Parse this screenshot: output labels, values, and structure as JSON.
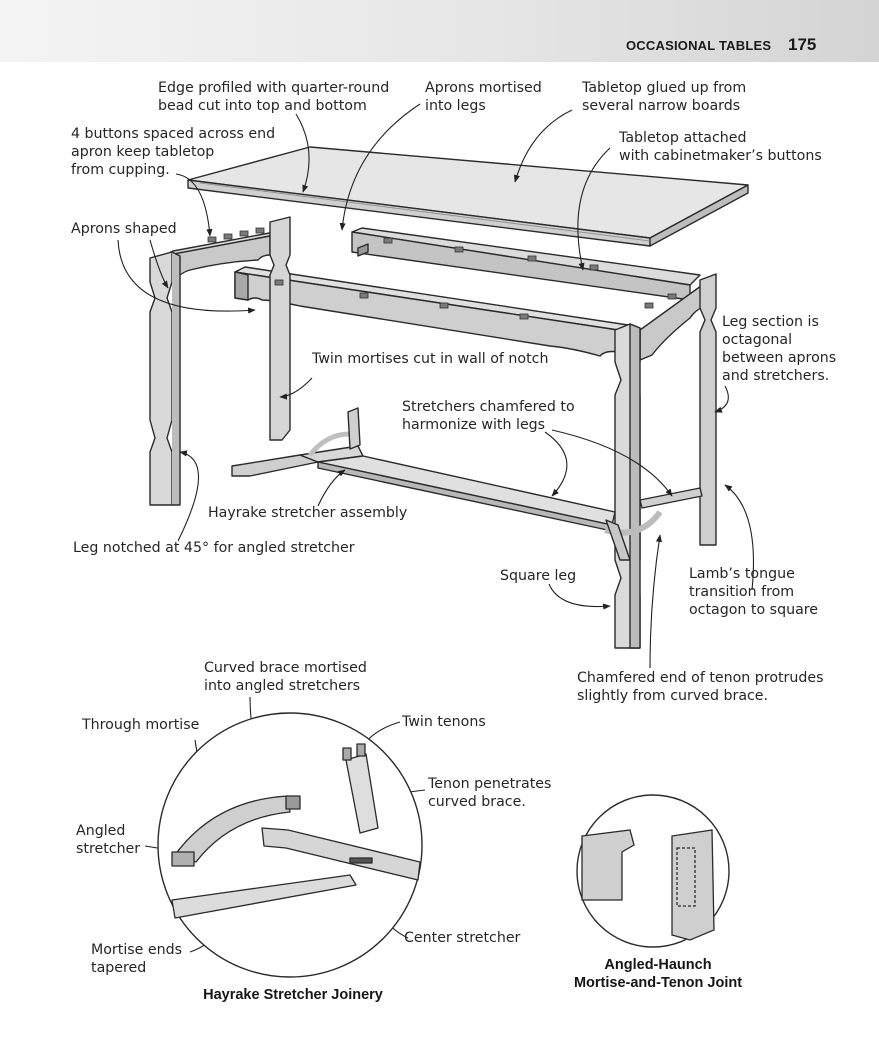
{
  "header": {
    "section_title": "OCCASIONAL TABLES",
    "page_number": "175"
  },
  "labels": {
    "edge_profiled": "Edge profiled with quarter-round\nbead cut into top and bottom",
    "aprons_mortised": "Aprons mortised\ninto legs",
    "tabletop_glued": "Tabletop glued up from\nseveral narrow boards",
    "buttons_spaced": "4 buttons spaced across end\napron keep tabletop\nfrom cupping.",
    "tabletop_attached": "Tabletop attached\nwith cabinetmaker’s buttons",
    "aprons_shaped": "Aprons shaped",
    "leg_section": "Leg section is\noctagonal\nbetween aprons\nand stretchers.",
    "twin_mortises": "Twin mortises cut in wall of notch",
    "stretchers_chamfered": "Stretchers chamfered to\nharmonize with legs",
    "hayrake_assembly": "Hayrake stretcher assembly",
    "leg_notched": "Leg notched at 45° for angled stretcher",
    "square_leg": "Square leg",
    "lambs_tongue": "Lamb’s tongue\ntransition from\noctagon to square",
    "chamfered_end": "Chamfered end of tenon protrudes\nslightly from curved brace.",
    "curved_brace": "Curved brace mortised\ninto angled stretchers",
    "through_mortise": "Through mortise",
    "twin_tenons": "Twin tenons",
    "tenon_penetrates": "Tenon penetrates\ncurved brace.",
    "angled_stretcher": "Angled\nstretcher",
    "center_stretcher": "Center stretcher",
    "mortise_ends": "Mortise ends\ntapered"
  },
  "captions": {
    "hayrake_joinery": "Hayrake Stretcher Joinery",
    "angled_haunch": "Angled-Haunch\nMortise-and-Tenon Joint"
  }
}
